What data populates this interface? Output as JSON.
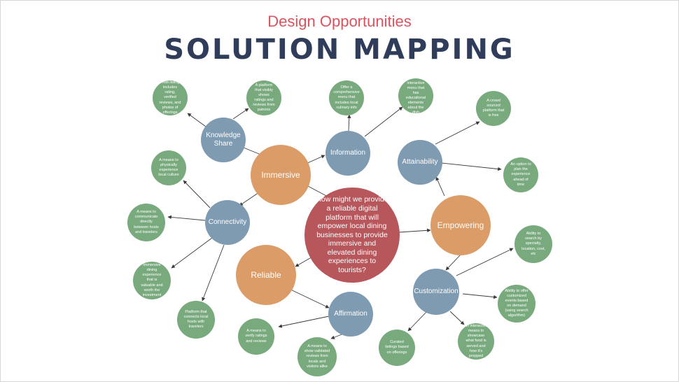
{
  "header": {
    "subtitle": "Design Opportunities",
    "title": "SOLUTION MAPPING"
  },
  "center": "How might we provide a reliable digital platform that will empower local dining businesses to provide immersive and elevated dining experiences to tourists?",
  "themes": {
    "immersive": "Immersive",
    "empowering": "Empowering",
    "reliable": "Reliable"
  },
  "categories": {
    "knowledge_share": "Knowledge Share",
    "information": "Information",
    "attainability": "Attainability",
    "connectivity": "Connectivity",
    "customization": "Customization",
    "affirmation": "Affirmation"
  },
  "ideas": {
    "host_listing": "Host listing includes rating, verified reviews, and photos of offerings",
    "ratings_platform": "A platform that visibly shows ratings and reviews from patrons",
    "comprehensive_menu": "Offer a comprehensive menu that includes local culinary info",
    "interactive_menu": "An interactive menu that has educational elements about the dish",
    "crowd_sourced": "A crowd sourced platform that is free",
    "plan_ahead": "An option to plan the experience ahead of time",
    "experience_culture": "A means to physically experience local culture",
    "communicate_directly": "A means to communicate directly between hosts and travelers",
    "immersive_dining": "Immersive dining experience that is valuable and worth the investment",
    "connects_hosts": "Platform that connects local hosts with travelers",
    "search_by": "Ability to search by specialty, location, cost, etc",
    "customized_events": "Ability to offer customized events based on demand (using search algorithm)",
    "showcase_food": "An interactive means to showcase what food is served and how it's prepped",
    "curated_listings": "Curated listings based on offerings",
    "verify_ratings": "A means to verify ratings and reviews",
    "validated_reviews": "A means to show validated reviews from locals and visitors alike"
  },
  "colors": {
    "center": "#b7575c",
    "theme": "#dc9c67",
    "category": "#7f9bb2",
    "idea": "#79aa7e",
    "subtitle": "#d9545e",
    "title": "#2f3c5a",
    "connector": "#3a3a3a"
  }
}
